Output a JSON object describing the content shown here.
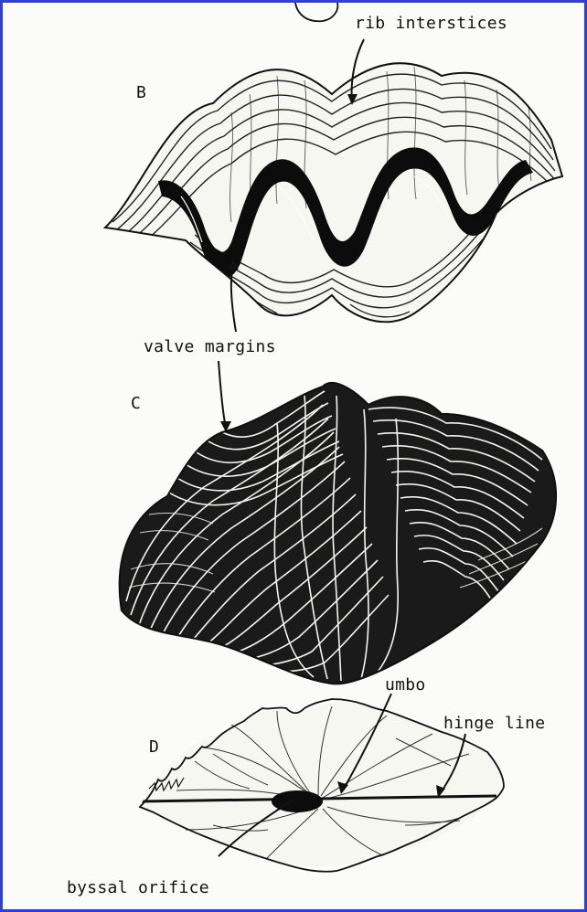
{
  "figure": {
    "panels": [
      {
        "letter": "B"
      },
      {
        "letter": "C"
      },
      {
        "letter": "D"
      }
    ],
    "labels": {
      "rib_interstices": "rib interstices",
      "valve_margins": "valve margins",
      "umbo": "umbo",
      "hinge_line": "hinge line",
      "byssal_orifice": "byssal orifice"
    },
    "colors": {
      "frame": "#2f3fd8",
      "ink": "#111111",
      "paper": "#fbfbf9"
    }
  }
}
